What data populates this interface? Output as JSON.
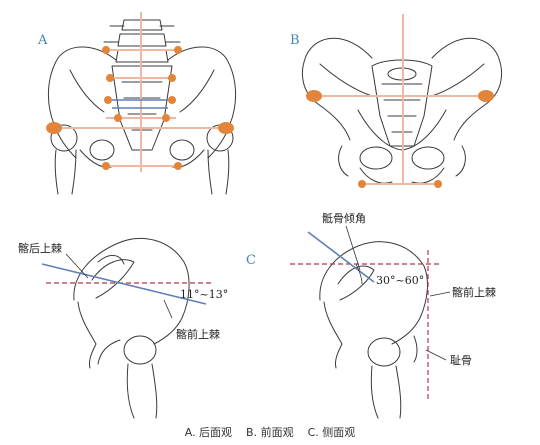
{
  "panels": {
    "a": {
      "letter": "A"
    },
    "b": {
      "letter": "B"
    },
    "c": {
      "letter": "C"
    }
  },
  "labels": {
    "psis": "髂后上棘",
    "asis_left": "髂前上棘",
    "tilt_angle": "11°~13°",
    "sacral_angle_label": "骶骨倾角",
    "sacral_angle": "30°~60°",
    "asis_right": "髂前上棘",
    "pubis": "耻骨"
  },
  "caption": "A. 后面观    B. 前面观    C. 侧面观",
  "colors": {
    "landmark": "#e2853a",
    "reference_line": "#f0b8a2",
    "dashed_line": "#b5384a",
    "blue_line": "#5e7fb7",
    "panel_letter": "#3f86b8"
  }
}
